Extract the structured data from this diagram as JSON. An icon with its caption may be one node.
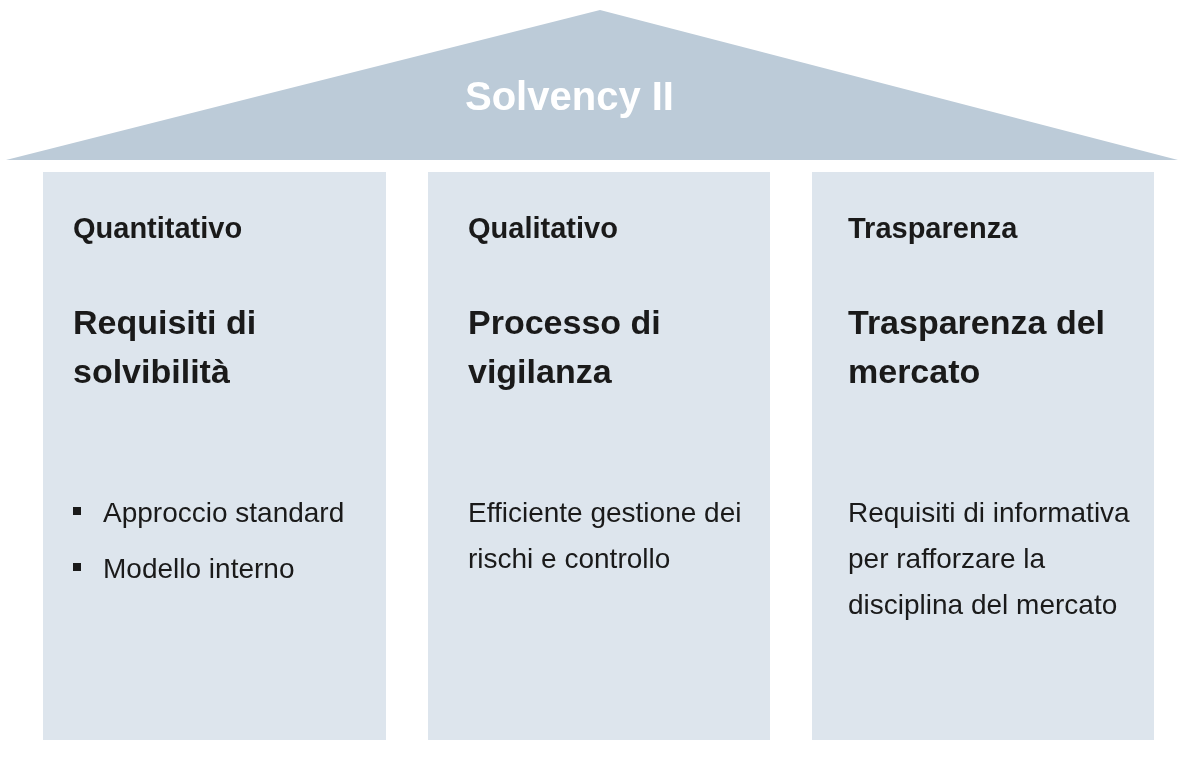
{
  "diagram": {
    "nodes": [
      {
        "text": [
          "Solvency II"
        ]
      },
      {
        "text": [
          "Quantitativo",
          "Requisiti di solvibilità",
          "Approccio standard",
          "Modello interno"
        ]
      },
      {
        "text": [
          "Qualitativo",
          "Processo di vigilanza",
          "Efficiente gestione dei rischi e controllo"
        ]
      },
      {
        "text": [
          "Trasparenza",
          "Trasparenza del mercato",
          "Requisiti di informativa per rafforzare la disciplina del mercato"
        ]
      }
    ]
  }
}
